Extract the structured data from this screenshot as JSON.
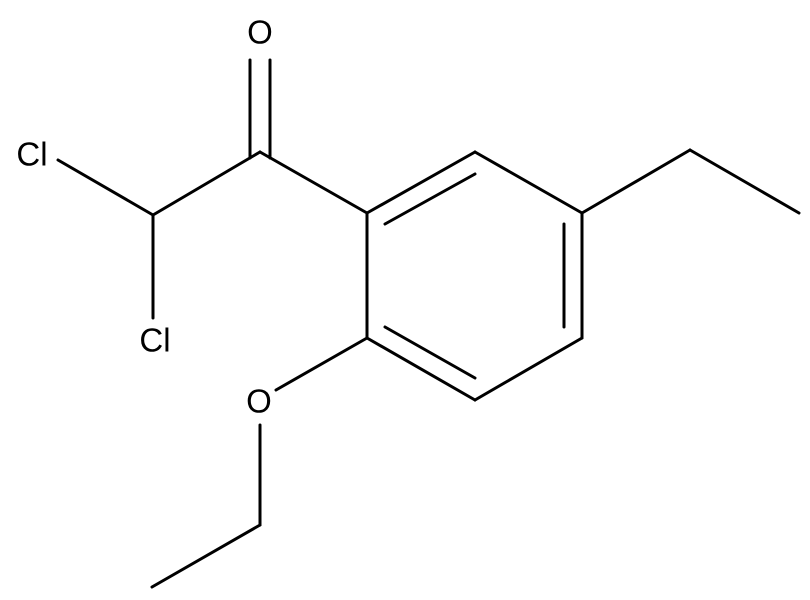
{
  "molecule": {
    "atoms": {
      "o_carbonyl": "O",
      "cl_upper": "Cl",
      "cl_lower": "Cl",
      "o_ether": "O"
    }
  }
}
